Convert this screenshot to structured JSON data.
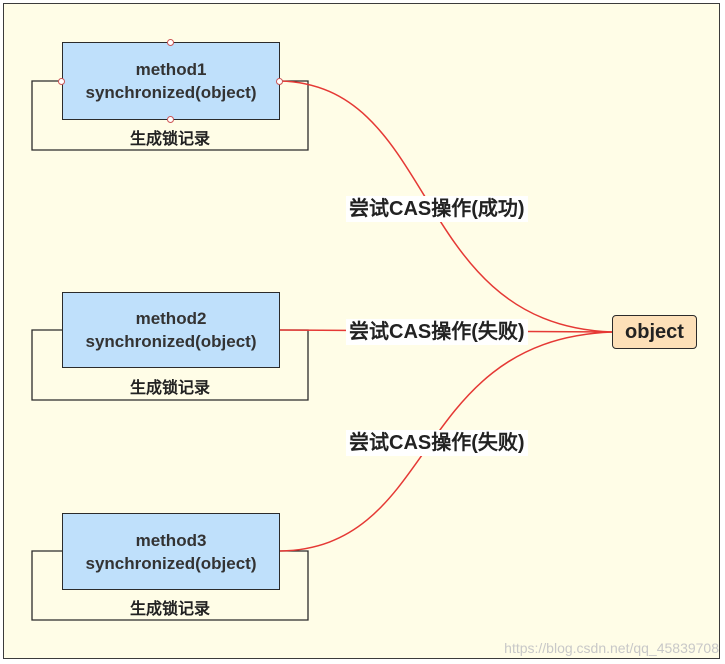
{
  "colors": {
    "background": "#fffde7",
    "method_box": "#bfe0fb",
    "object_box": "#fde0b8",
    "connector": "#e53935"
  },
  "methods": [
    {
      "name": "method1",
      "call": "synchronized(object)",
      "loop_label": "生成锁记录"
    },
    {
      "name": "method2",
      "call": "synchronized(object)",
      "loop_label": "生成锁记录"
    },
    {
      "name": "method3",
      "call": "synchronized(object)",
      "loop_label": "生成锁记录"
    }
  ],
  "edges": [
    {
      "label": "尝试CAS操作(成功)"
    },
    {
      "label": "尝试CAS操作(失败)"
    },
    {
      "label": "尝试CAS操作(失败)"
    }
  ],
  "object_node": {
    "label": "object"
  },
  "watermark": "https://blog.csdn.net/qq_45839708"
}
